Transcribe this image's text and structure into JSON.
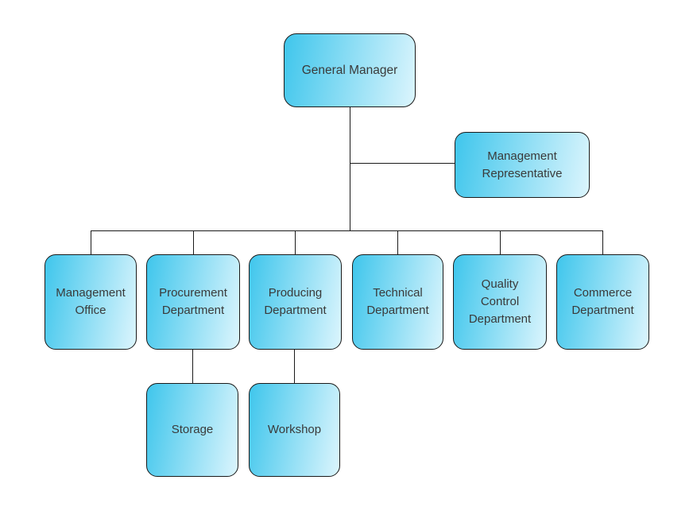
{
  "diagram": {
    "type": "org-chart",
    "nodes": {
      "general_manager": "General Manager",
      "management_representative": "Management Representative",
      "management_office": "Management Office",
      "procurement_department": "Procurement Department",
      "producing_department": "Producing Department",
      "technical_department": "Technical Department",
      "quality_control_department": "Quality Control Department",
      "commerce_department": "Commerce Department",
      "storage": "Storage",
      "workshop": "Workshop"
    },
    "edges": [
      [
        "general_manager",
        "management_representative"
      ],
      [
        "general_manager",
        "management_office"
      ],
      [
        "general_manager",
        "procurement_department"
      ],
      [
        "general_manager",
        "producing_department"
      ],
      [
        "general_manager",
        "technical_department"
      ],
      [
        "general_manager",
        "quality_control_department"
      ],
      [
        "general_manager",
        "commerce_department"
      ],
      [
        "procurement_department",
        "storage"
      ],
      [
        "producing_department",
        "workshop"
      ]
    ],
    "colors": {
      "box_gradient_start": "#3FC6EC",
      "box_gradient_end": "#DCF5FD",
      "box_border": "#1A1A1A",
      "connector": "#1A1A1A",
      "text": "#3A3A3A",
      "background": "#FFFFFF"
    }
  }
}
